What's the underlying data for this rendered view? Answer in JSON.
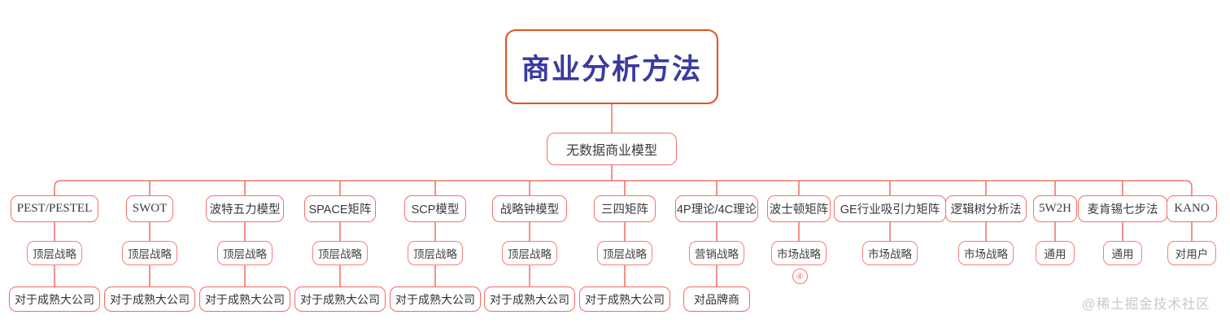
{
  "diagram": {
    "title_text": "商业分析方法",
    "colors": {
      "root_border": "#E8501E",
      "root_text": "#3A3A9E",
      "node_border": "#F4756E",
      "node_text": "#3d3d3d",
      "connector": "#F4756E",
      "watermark": "#c9c9c9",
      "background": "#ffffff"
    },
    "root": {
      "label": "商业分析方法"
    },
    "level2": {
      "label": "无数据商业模型"
    },
    "branches": [
      {
        "method": "PEST/PESTEL",
        "method_script": "latin",
        "layer": "顶层战略",
        "target": "对于成熟大公司",
        "marker": ""
      },
      {
        "method": "SWOT",
        "method_script": "latin",
        "layer": "顶层战略",
        "target": "对于成熟大公司",
        "marker": ""
      },
      {
        "method": "波特五力模型",
        "method_script": "cjk",
        "layer": "顶层战略",
        "target": "对于成熟大公司",
        "marker": ""
      },
      {
        "method": "SPACE矩阵",
        "method_script": "cjk",
        "layer": "顶层战略",
        "target": "对于成熟大公司",
        "marker": ""
      },
      {
        "method": "SCP模型",
        "method_script": "cjk",
        "layer": "顶层战略",
        "target": "对于成熟大公司",
        "marker": ""
      },
      {
        "method": "战略钟模型",
        "method_script": "cjk",
        "layer": "顶层战略",
        "target": "对于成熟大公司",
        "marker": ""
      },
      {
        "method": "三四矩阵",
        "method_script": "cjk",
        "layer": "顶层战略",
        "target": "对于成熟大公司",
        "marker": ""
      },
      {
        "method": "4P理论/4C理论",
        "method_script": "cjk",
        "layer": "营销战略",
        "target": "对品牌商",
        "marker": ""
      },
      {
        "method": "波士顿矩阵",
        "method_script": "cjk",
        "layer": "市场战略",
        "target": "",
        "marker": "④"
      },
      {
        "method": "GE行业吸引力矩阵",
        "method_script": "cjk",
        "layer": "市场战略",
        "target": "",
        "marker": ""
      },
      {
        "method": "逻辑树分析法",
        "method_script": "cjk",
        "layer": "市场战略",
        "target": "",
        "marker": ""
      },
      {
        "method": "5W2H",
        "method_script": "latin",
        "layer": "通用",
        "target": "",
        "marker": ""
      },
      {
        "method": "麦肯锡七步法",
        "method_script": "cjk",
        "layer": "通用",
        "target": "",
        "marker": ""
      },
      {
        "method": "KANO",
        "method_script": "latin",
        "layer": "对用户",
        "target": "",
        "marker": ""
      }
    ],
    "watermark": "@稀土掘金技术社区"
  }
}
